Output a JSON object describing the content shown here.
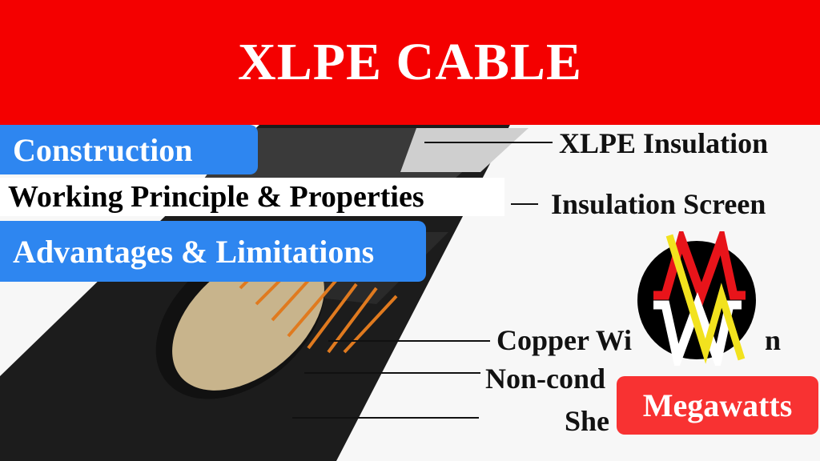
{
  "title": "XLPE CABLE",
  "tags": [
    "Construction",
    "Working Principle & Properties",
    "Advantages & Limitations"
  ],
  "cable_labels": {
    "xlpe_insulation": "XLPE Insulation",
    "insulation_screen": "Insulation Screen",
    "copper_wire_screen_visible": "Copper Wi",
    "copper_wire_screen_tail": "n",
    "non_conducting_tape_visible": "Non-cond",
    "sheath_visible": "She"
  },
  "brand": {
    "name": "Megawatts",
    "logo": "megawatts-mw-logo"
  },
  "colors": {
    "banner": "#f40000",
    "tag_blue": "#2e86f0",
    "brand_red": "#f83232",
    "logo_red": "#e8141a",
    "logo_yellow": "#f2e21e"
  }
}
